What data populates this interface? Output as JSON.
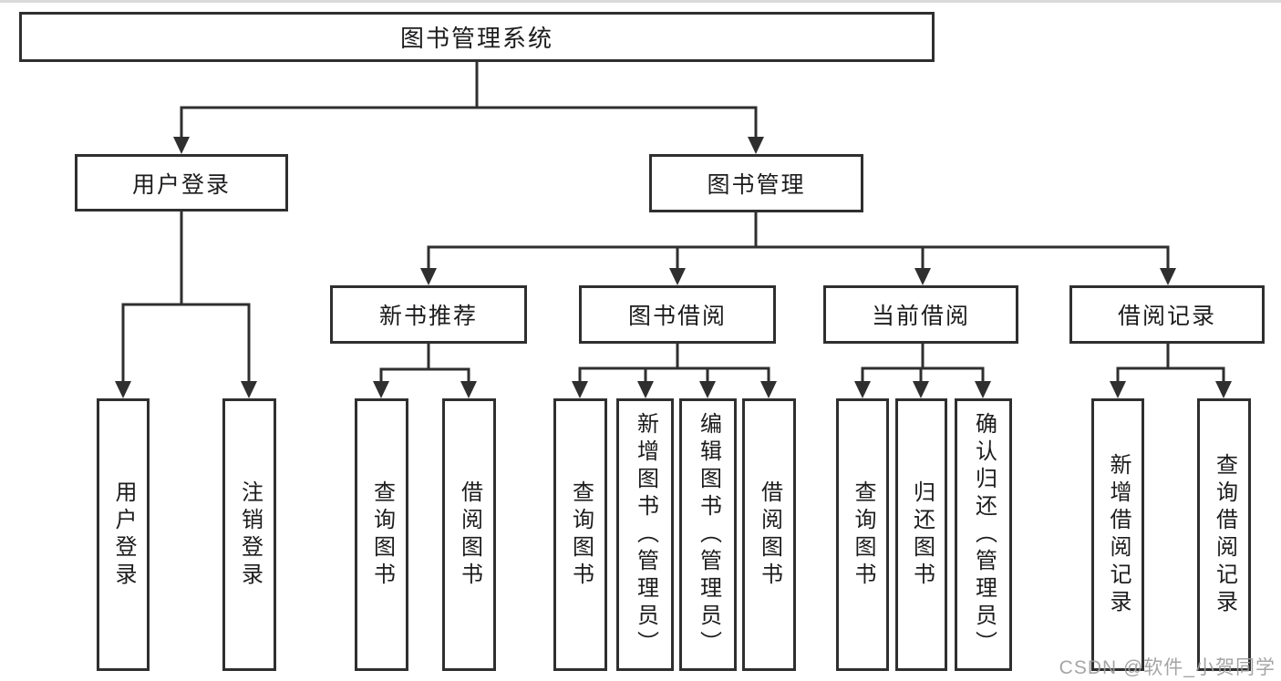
{
  "tree": {
    "root": {
      "label": "图书管理系统",
      "children": [
        {
          "label": "用户登录",
          "children": [
            {
              "label": "用户登录"
            },
            {
              "label": "注销登录"
            }
          ]
        },
        {
          "label": "图书管理",
          "children": [
            {
              "label": "新书推荐",
              "children": [
                {
                  "label": "查询图书"
                },
                {
                  "label": "借阅图书"
                }
              ]
            },
            {
              "label": "图书借阅",
              "children": [
                {
                  "label": "查询图书"
                },
                {
                  "label": "新增图书（管理员）"
                },
                {
                  "label": "编辑图书（管理员）"
                },
                {
                  "label": "借阅图书"
                }
              ]
            },
            {
              "label": "当前借阅",
              "children": [
                {
                  "label": "查询图书"
                },
                {
                  "label": "归还图书"
                },
                {
                  "label": "确认归还（管理员）"
                }
              ]
            },
            {
              "label": "借阅记录",
              "children": [
                {
                  "label": "新增借阅记录"
                },
                {
                  "label": "查询借阅记录"
                }
              ]
            }
          ]
        }
      ]
    }
  },
  "watermark": {
    "text": "CSDN @软件_小贺同学"
  },
  "colors": {
    "line": "#2f2f2f",
    "box_border": "#2f2f2f",
    "text": "#1c1c1e",
    "watermark": "#9c9c9c",
    "top_rule": "#d9d9d9",
    "background": "#ffffff"
  }
}
